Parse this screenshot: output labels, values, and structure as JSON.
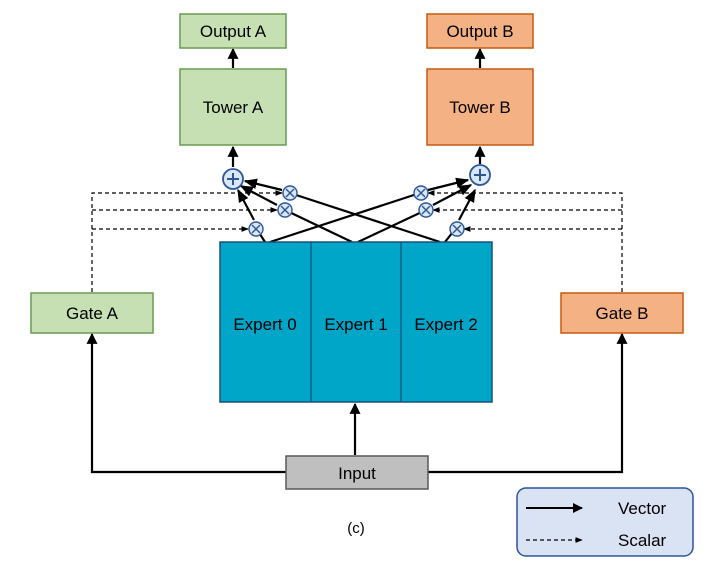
{
  "colors": {
    "green": "#c6e0b4",
    "green_border": "#6a9a50",
    "orange": "#f4b183",
    "orange_border": "#c55a11",
    "expert": "#00a6c8",
    "expert_border": "#1f4e79",
    "input": "#bfbfbf",
    "input_border": "#595959",
    "op_fill": "#d9e8f7",
    "op_border": "#2f5597",
    "legend_fill": "#dae3f3",
    "legend_border": "#2f5597"
  },
  "nodes": {
    "output_a": "Output A",
    "tower_a": "Tower A",
    "output_b": "Output B",
    "tower_b": "Tower B",
    "gate_a": "Gate A",
    "gate_b": "Gate B",
    "expert_0": "Expert 0",
    "expert_1": "Expert 1",
    "expert_2": "Expert 2",
    "input": "Input"
  },
  "caption": "(c)",
  "legend": {
    "vector": "Vector",
    "scalar": "Scalar"
  }
}
